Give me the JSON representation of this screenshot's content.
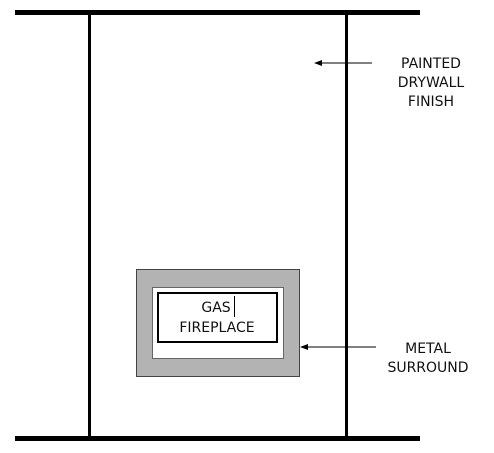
{
  "labels": {
    "drywall": [
      "PAINTED",
      "DRYWALL",
      "FINISH"
    ],
    "surround": [
      "METAL",
      "SURROUND"
    ],
    "fireplace": [
      "GAS",
      "FIREPLACE"
    ]
  },
  "colors": {
    "line": "#000000",
    "surround_fill": "#b3b3b3",
    "wall_fill": "#ffffff"
  }
}
